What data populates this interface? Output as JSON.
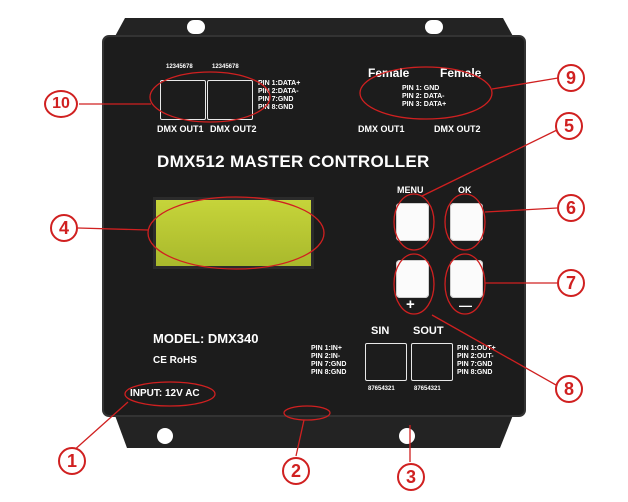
{
  "device": {
    "title": "DMX512 MASTER CONTROLLER",
    "model": "MODEL: DMX340",
    "certification": "CE RoHS",
    "input": "INPUT: 12V AC",
    "buttons": {
      "menu": "MENU",
      "ok": "OK",
      "plus": "+",
      "minus": "—"
    }
  },
  "rj45": {
    "pin_numbers": "12345678",
    "pins": [
      "PIN 1:DATA+",
      "PIN 2:DATA-",
      "PIN 7:GND",
      "PIN 8:GND"
    ],
    "out1_label": "DMX OUT1",
    "out2_label": "DMX OUT2"
  },
  "xlr": {
    "female_left": "Female",
    "female_right": "Female",
    "pins": [
      "PIN 1: GND",
      "PIN 2: DATA-",
      "PIN 3: DATA+"
    ],
    "out1_label": "DMX OUT1",
    "out2_label": "DMX OUT2"
  },
  "signal": {
    "sin_label": "SIN",
    "sout_label": "SOUT",
    "in_pins": [
      "PIN 1:IN+",
      "PIN 2:IN-",
      "PIN 7:GND",
      "PIN 8:GND"
    ],
    "out_pins": [
      "PIN 1:OUT+",
      "PIN 2:OUT-",
      "PIN 7:GND",
      "PIN 8:GND"
    ],
    "jack_pin_numbers": "87654321"
  },
  "callouts": [
    "1",
    "2",
    "3",
    "4",
    "5",
    "6",
    "7",
    "8",
    "9",
    "10"
  ],
  "colors": {
    "callout": "#d02020",
    "device": "#1c1c1c",
    "lcd": "#b8c733"
  }
}
